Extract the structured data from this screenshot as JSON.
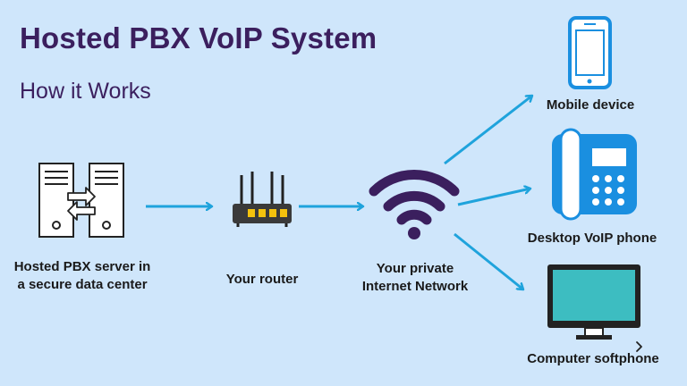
{
  "title": "Hosted PBX VoIP System",
  "subtitle": "How it Works",
  "nodes": {
    "server": {
      "label_line1": "Hosted PBX server in",
      "label_line2": "a secure data center",
      "icon": "server-rack-icon"
    },
    "router": {
      "label": "Your router",
      "icon": "router-icon"
    },
    "network": {
      "label_line1": "Your private",
      "label_line2": "Internet Network",
      "icon": "wifi-icon"
    },
    "mobile": {
      "label": "Mobile device",
      "icon": "smartphone-icon"
    },
    "desk_phone": {
      "label": "Desktop VoIP phone",
      "icon": "desk-phone-icon"
    },
    "computer": {
      "label": "Computer softphone",
      "icon": "monitor-icon"
    }
  },
  "colors": {
    "background": "#cfe6fb",
    "title": "#3b1f5e",
    "arrow": "#1fa3dc",
    "device_blue": "#1a8fe0",
    "wifi": "#3b1f5e",
    "screen": "#3dbdc1",
    "router_port": "#f4c20d"
  }
}
